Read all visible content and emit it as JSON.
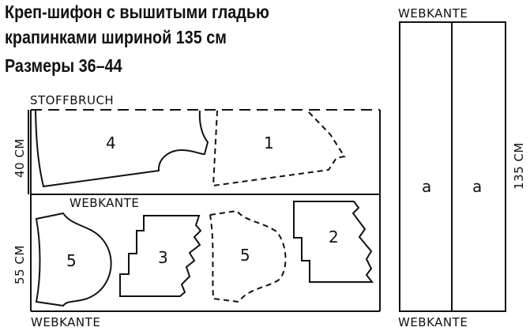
{
  "title": {
    "line1": "Креп-шифон с вышитыми гладью",
    "line2": "крапинками шириной 135 см",
    "line3": "Размеры 36–44"
  },
  "left_layout": {
    "fold_label": "STOFFBRUCH",
    "selvedge_middle": "WEBKANTE",
    "selvedge_bottom": "WEBKANTE",
    "upper_height": "40 CM",
    "lower_height": "55 CM",
    "pieces": {
      "p4": "4",
      "p1": "1",
      "p5a": "5",
      "p3": "3",
      "p5b": "5",
      "p2": "2"
    }
  },
  "right_layout": {
    "selvedge_top": "WEBKANTE",
    "selvedge_bottom": "WEBKANTE",
    "width_label": "135 CM",
    "piece_a1": "a",
    "piece_a2": "a"
  }
}
